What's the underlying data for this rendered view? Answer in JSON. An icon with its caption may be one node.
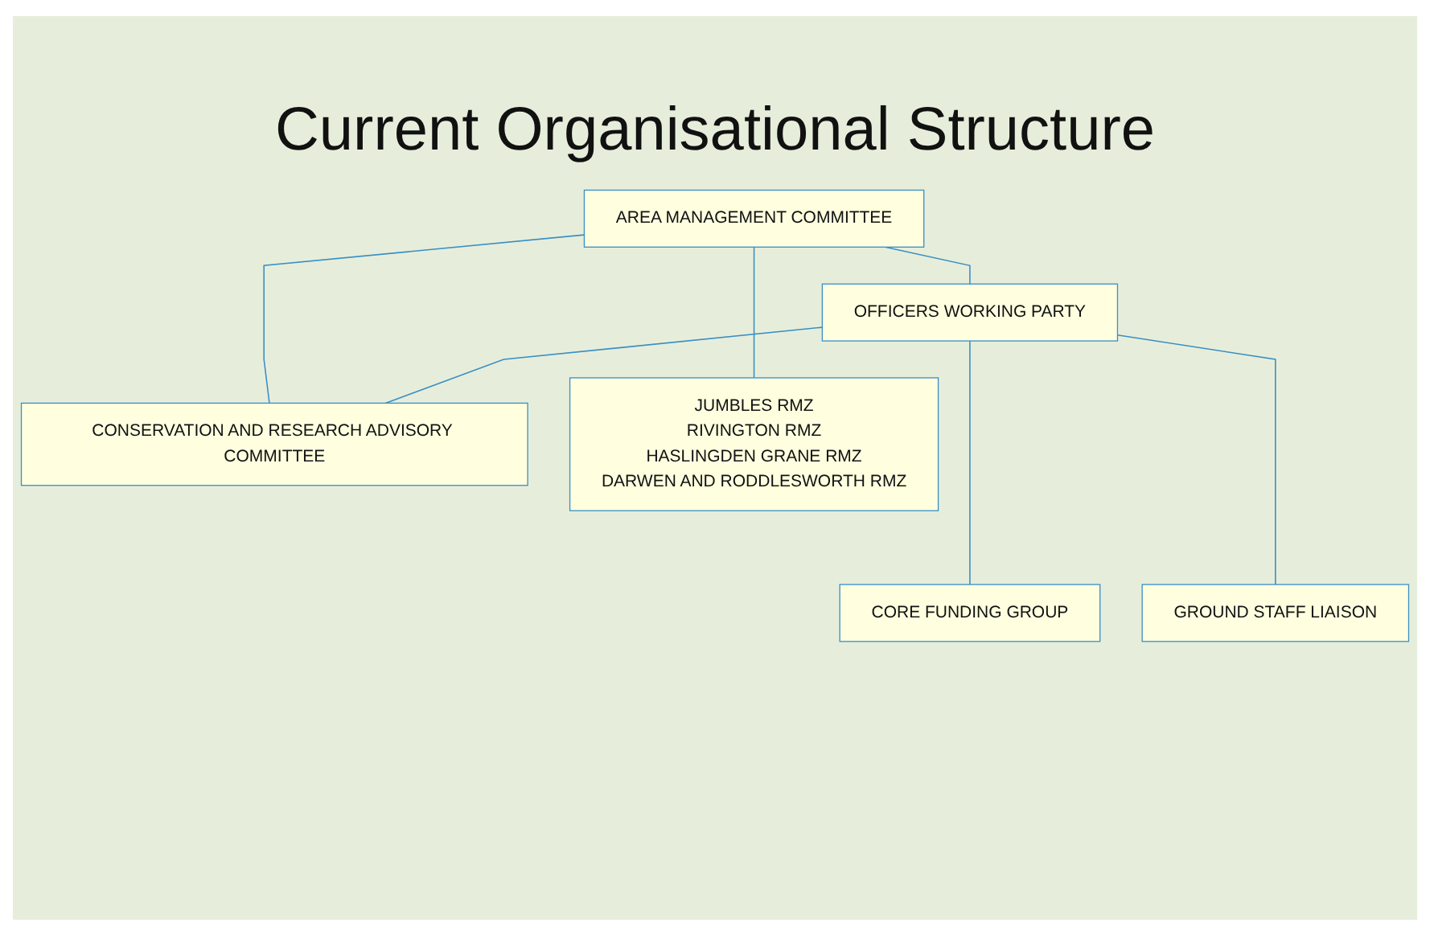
{
  "diagram": {
    "title": "Current Organisational Structure",
    "nodes": [
      {
        "text": [
          "AREA MANAGEMENT COMMITTEE"
        ]
      },
      {
        "text": [
          "OFFICERS WORKING PARTY"
        ]
      },
      {
        "text": [
          "CONSERVATION AND RESEARCH ADVISORY COMMITTEE"
        ]
      },
      {
        "text": [
          "JUMBLES RMZ",
          "RIVINGTON RMZ",
          "HASLINGDEN GRANE RMZ",
          "DARWEN AND RODDLESWORTH RMZ"
        ]
      },
      {
        "text": [
          "CORE FUNDING GROUP"
        ]
      },
      {
        "text": [
          "GROUND STAFF LIAISON"
        ]
      }
    ],
    "edges": [
      {
        "from": 0,
        "to": 1,
        "arrow": "none"
      },
      {
        "from": 0,
        "to": 2,
        "arrow": "none"
      },
      {
        "from": 1,
        "to": 2,
        "arrow": "none"
      },
      {
        "from": 0,
        "to": 3,
        "arrow": "none"
      },
      {
        "from": 1,
        "to": 4,
        "arrow": "none"
      },
      {
        "from": 1,
        "to": 5,
        "arrow": "none"
      }
    ]
  }
}
